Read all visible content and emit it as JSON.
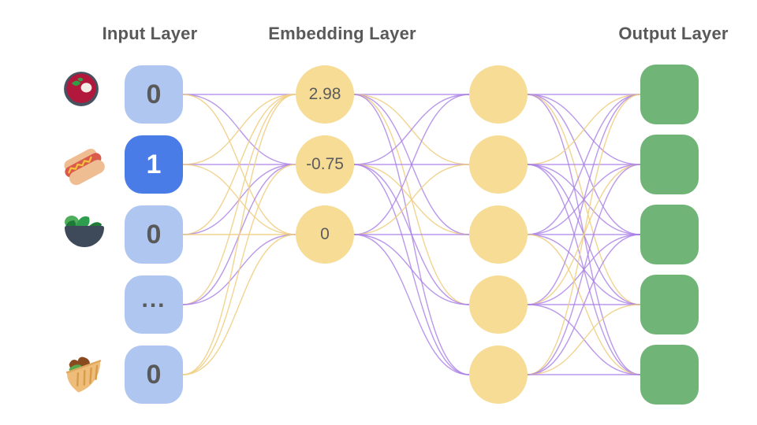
{
  "headers": {
    "input": "Input Layer",
    "embedding": "Embedding Layer",
    "output": "Output Layer"
  },
  "colors": {
    "input_node": "#aec6f0",
    "input_node_active": "#4a7ce8",
    "embedding_node": "#f6dc95",
    "hidden_node": "#f6dc95",
    "output_node": "#70b478",
    "edge_purple": "#a97ee6",
    "edge_yellow": "#f0cf85",
    "text_dark": "#595959",
    "text_active": "#ffffff"
  },
  "input_layer": {
    "nodes": [
      {
        "value": "0",
        "icon": "soup-icon",
        "active": false
      },
      {
        "value": "1",
        "icon": "hot-dog-icon",
        "active": true
      },
      {
        "value": "0",
        "icon": "salad-icon",
        "active": false
      },
      {
        "value": "...",
        "icon": null,
        "active": false
      },
      {
        "value": "0",
        "icon": "pita-icon",
        "active": false
      }
    ]
  },
  "embedding_layer": {
    "nodes": [
      {
        "value": "2.98"
      },
      {
        "value": "-0.75"
      },
      {
        "value": "0"
      }
    ]
  },
  "hidden_layer": {
    "node_count": 5
  },
  "output_layer": {
    "node_count": 5
  },
  "edges": {
    "input_to_embedding": [
      "PPY",
      "YPY",
      "YPY",
      "YPP",
      "YYY"
    ],
    "embedding_to_hidden": [
      "PYPYP",
      "PPYPP",
      "PYPPP"
    ],
    "hidden_to_output": [
      "PPPYP",
      "YPPPP",
      "PPPPY",
      "PYPPP",
      "YPPYP"
    ]
  }
}
